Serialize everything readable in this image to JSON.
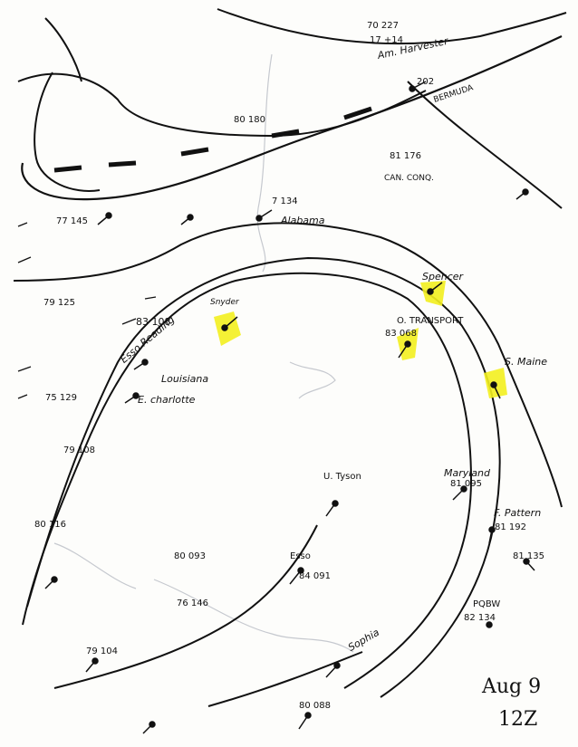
{
  "stations": {
    "harvester": "Am. Harvester",
    "bermuda": "BERMUDA",
    "alabama": "Alabama",
    "esso_reading": "Esso Reading",
    "louisiana": "Louisiana",
    "charlotte": "E. charlotte",
    "spencer": "Spencer",
    "transport": "O. TRANSPORT",
    "maryland": "Maryland",
    "pattern": "F. Pattern",
    "esso": "Esso",
    "sophia": "Sophia",
    "conq": "CAN. CONQ.",
    "pqbw": "PQBW",
    "snyder": "Snyder",
    "maine": "S. Maine",
    "tyson": "U. Tyson"
  },
  "obs": {
    "o1": "70 227",
    "o2": "17 +14",
    "o3": "202",
    "o4": "81 176",
    "o5": "80 180",
    "o6": "7 134",
    "o7": "83 108",
    "o8": "83 068",
    "o9": "77 145",
    "o10": "79 125",
    "o11": "80 093",
    "o12": "84 091",
    "o13": "81 095",
    "o14": "81 192",
    "o15": "81 135",
    "o16": "82 134",
    "o17": "80 088",
    "o18": "79 104",
    "o19": "75 129",
    "o20": "80 116",
    "o21": "76 146",
    "o22": "79 108"
  },
  "annotation": {
    "date": "Aug 9",
    "time": "12Z"
  }
}
